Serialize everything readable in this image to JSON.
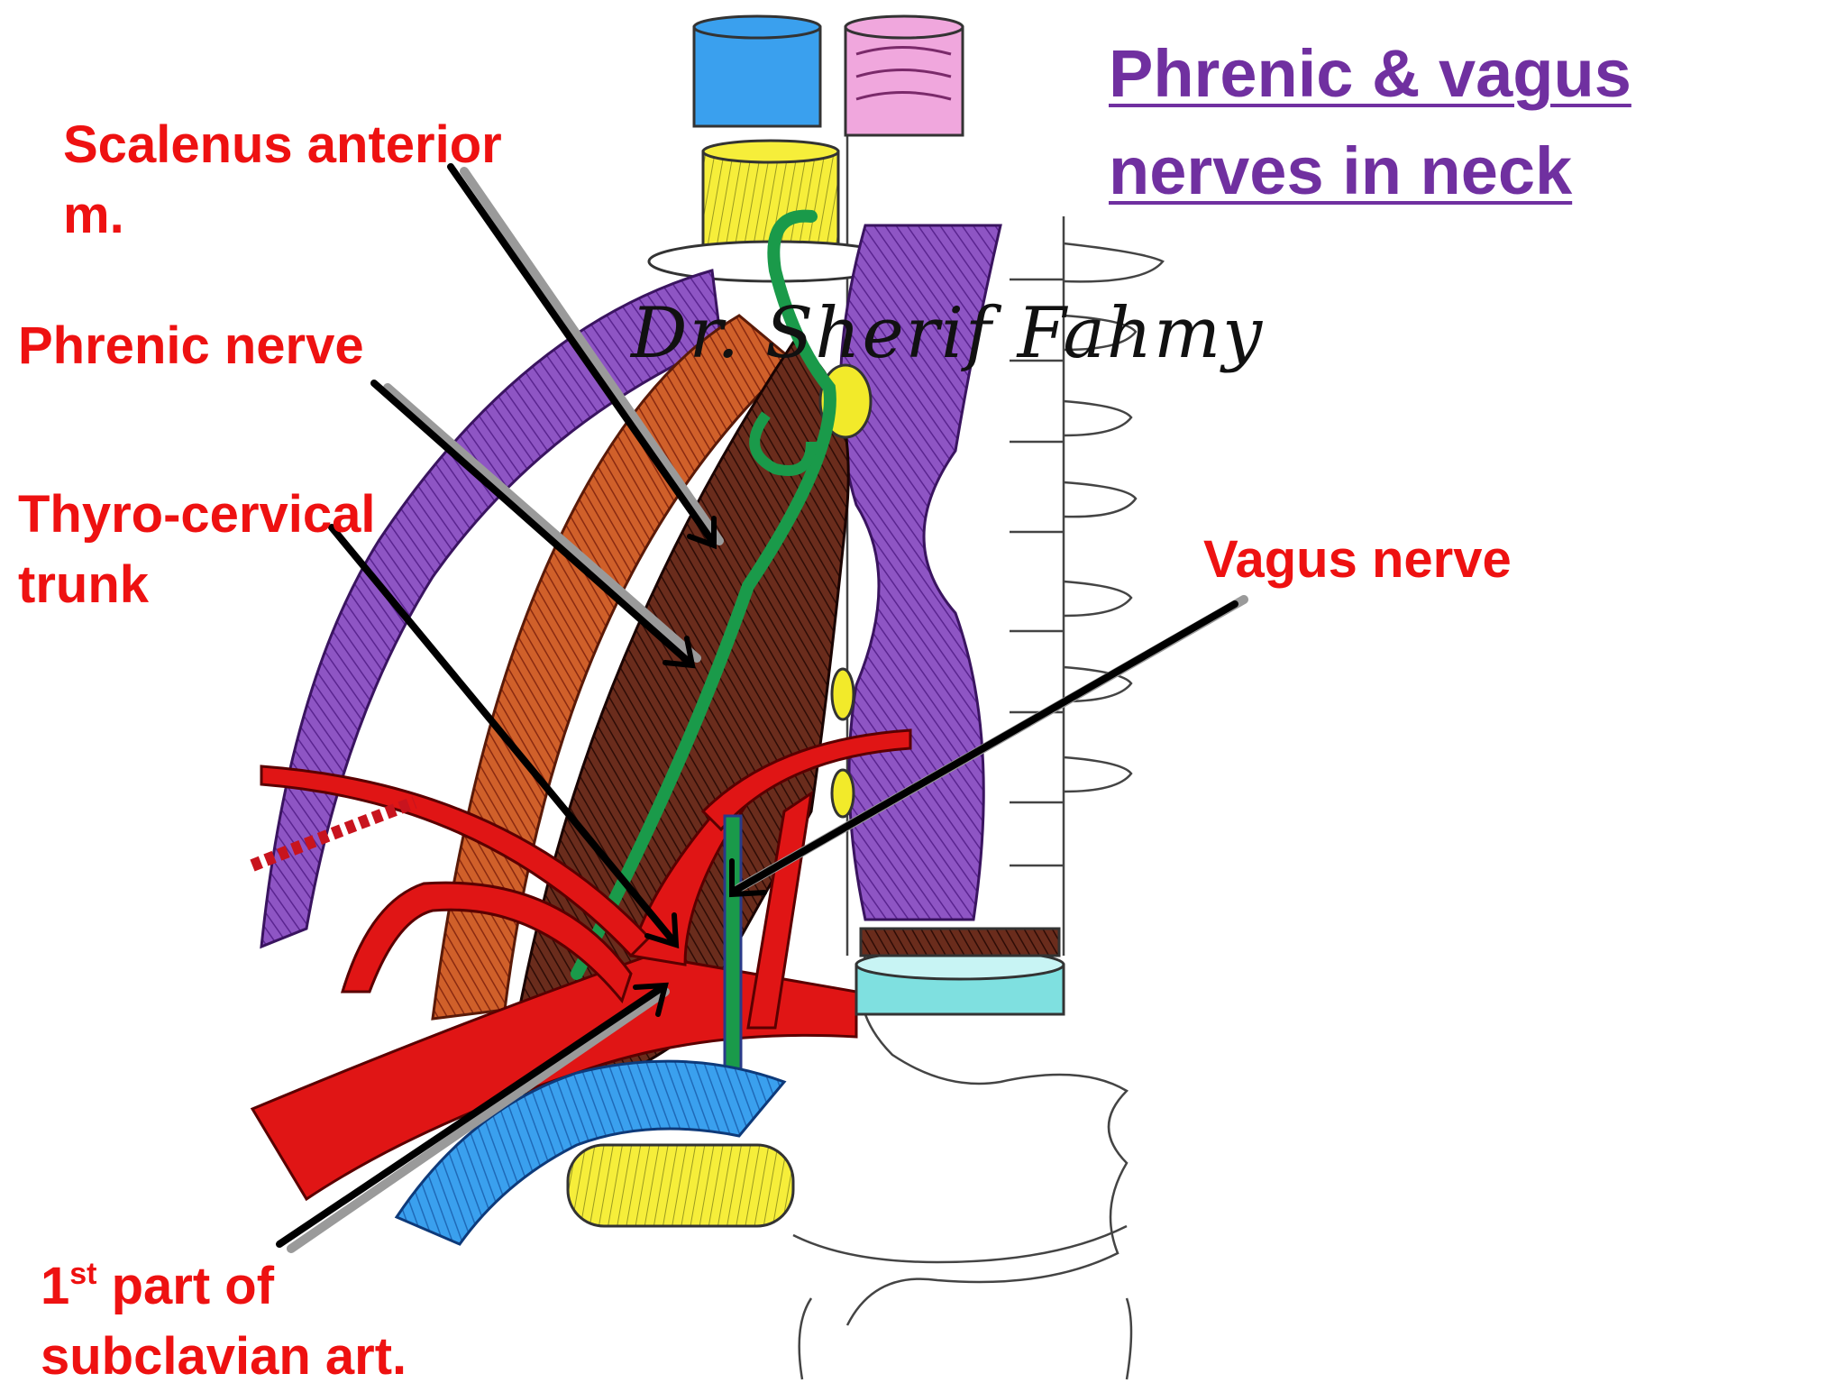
{
  "title": {
    "line1": "Phrenic & vagus",
    "line2": "nerves in neck"
  },
  "watermark": "Dr. Sherif Fahmy",
  "labels": {
    "scalenus_line1": "Scalenus anterior",
    "scalenus_line2": "m.",
    "phrenic": "Phrenic nerve",
    "thyro_line1": "Thyro-cervical",
    "thyro_line2": "trunk",
    "vagus": "Vagus nerve",
    "subclavian_num": "1",
    "subclavian_sup": "st",
    "subclavian_rest": " part of",
    "subclavian_line2": "subclavian art."
  },
  "colors": {
    "label_red": "#ee1111",
    "title_purple": "#7030a0",
    "artery_red": "#e01515",
    "vein_blue": "#2f8fe0",
    "nerve_green": "#1a9a4a",
    "muscle_purple": "#7a3fb0",
    "muscle_brown": "#5a2418",
    "muscle_orange": "#c8501e",
    "yellow": "#f2ea2a"
  }
}
